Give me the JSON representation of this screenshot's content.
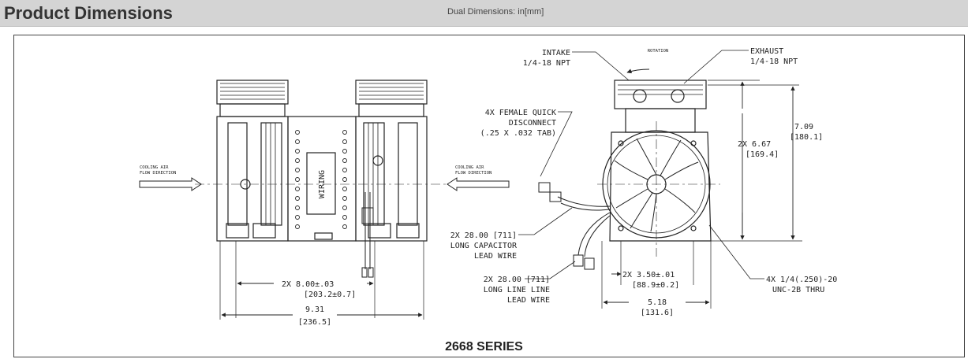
{
  "header": {
    "title": "Product Dimensions",
    "dual_dimensions": "Dual Dimensions:  in[mm]"
  },
  "drawing": {
    "series_label": "2668 SERIES",
    "labels": {
      "cooling_left_1": "COOLING AIR",
      "cooling_left_2": "FLOW DIRECTION",
      "cooling_right_1": "COOLING AIR",
      "cooling_right_2": "FLOW DIRECTION",
      "wiring": "WIRING",
      "width_8": "2X 8.00±.03",
      "width_8_mm": "[203.2±0.7]",
      "width_931": "9.31",
      "width_931_mm": "[236.5]",
      "intake_1": "INTAKE",
      "intake_2": "1/4-18 NPT",
      "rotation": "ROTATION",
      "exhaust_1": "EXHAUST",
      "exhaust_2": "1/4-18 NPT",
      "quick_1": "4X FEMALE QUICK",
      "quick_2": "DISCONNECT",
      "quick_3": "(.25 X .032 TAB)",
      "height_709": "7.09",
      "height_709_mm": "[180.1]",
      "height_667": "2X 6.67",
      "height_667_mm": "[169.4]",
      "cap_1": "2X 28.00 [711]",
      "cap_2": "LONG CAPACITOR",
      "cap_3": "LEAD WIRE",
      "line_1": "2X 28.00 [711]",
      "line_2": "LONG LINE LINE",
      "line_3": "LEAD WIRE",
      "spacing_1": "2X 3.50±.01",
      "spacing_2": "[88.9±0.2]",
      "thru_1": "4X 1/4(.250)-20",
      "thru_2": "UNC-2B THRU",
      "width_518": "5.18",
      "width_518_mm": "[131.6]"
    }
  }
}
